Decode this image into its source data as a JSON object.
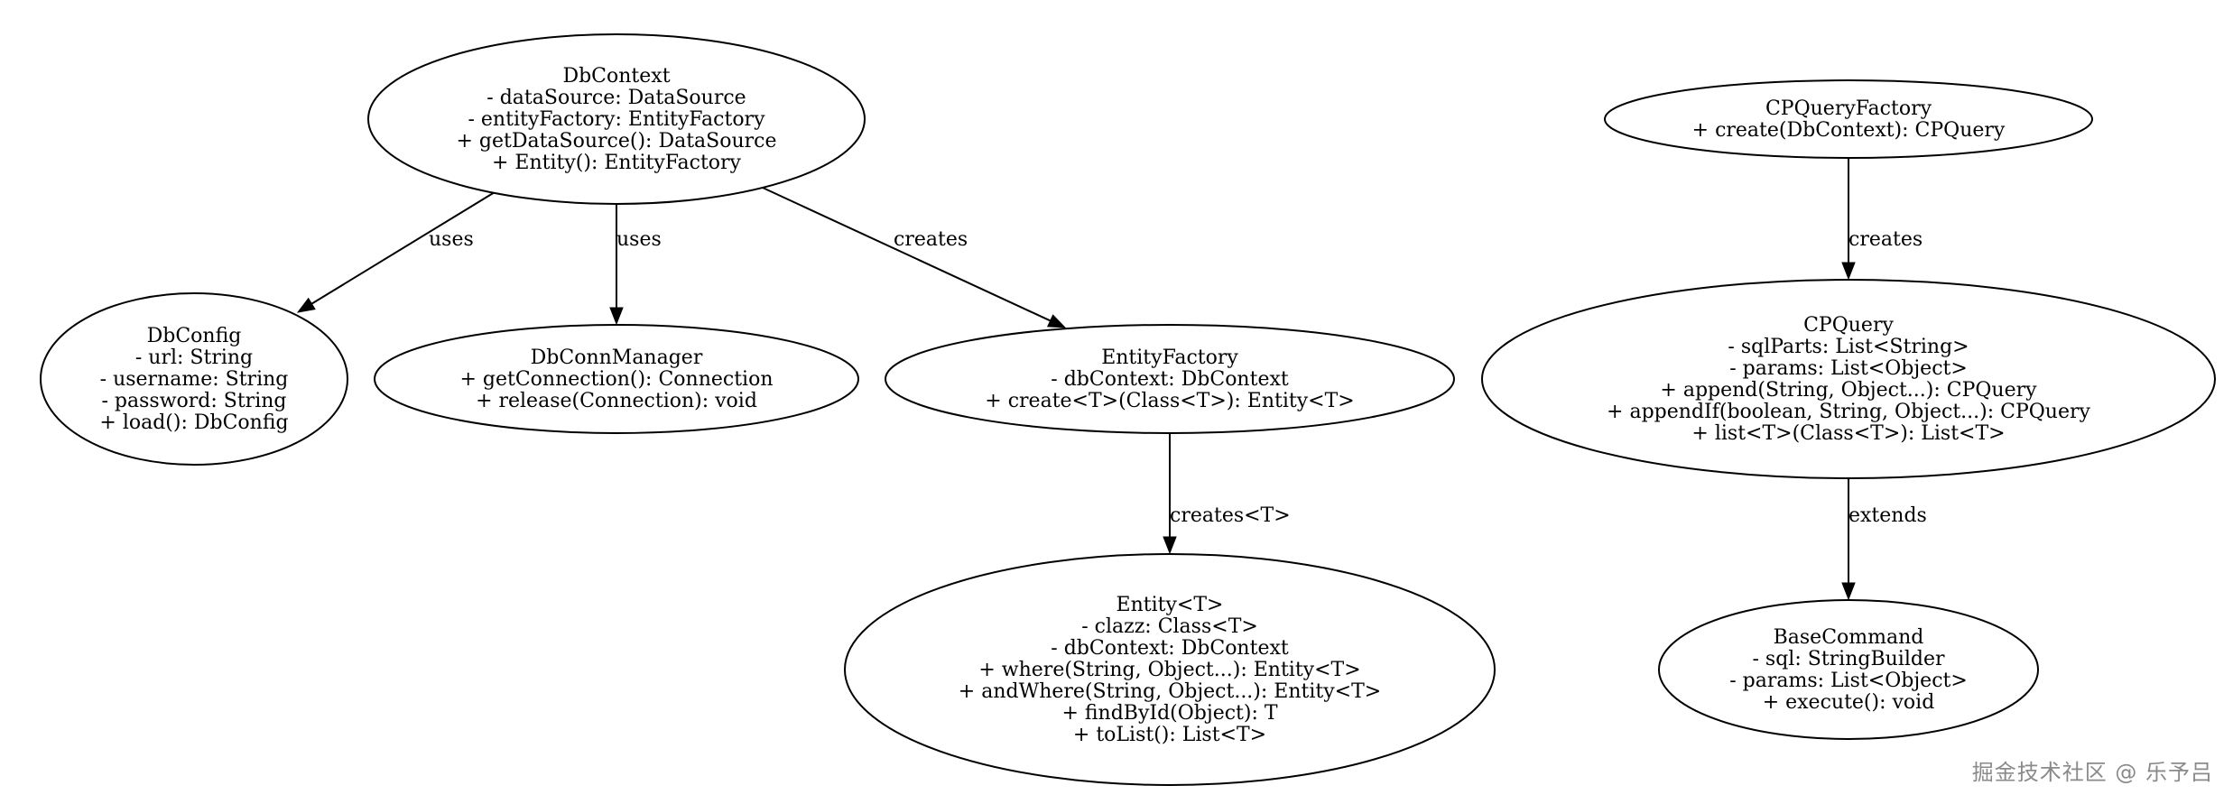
{
  "diagram": {
    "type": "uml-class-graph",
    "colors": {
      "stroke": "#000000",
      "background": "#ffffff",
      "watermark": "#8a8a8a"
    },
    "nodes": [
      {
        "id": "dbcontext",
        "name": "DbContext",
        "members": [
          "- dataSource: DataSource",
          "- entityFactory: EntityFactory",
          "+ getDataSource(): DataSource",
          "+ Entity(): EntityFactory"
        ]
      },
      {
        "id": "dbconfig",
        "name": "DbConfig",
        "members": [
          "- url: String",
          "- username: String",
          "- password: String",
          "+ load(): DbConfig"
        ]
      },
      {
        "id": "dbconnmanager",
        "name": "DbConnManager",
        "members": [
          "+ getConnection(): Connection",
          "+ release(Connection): void"
        ]
      },
      {
        "id": "entityfactory",
        "name": "EntityFactory",
        "members": [
          "- dbContext: DbContext",
          "+ create<T>(Class<T>): Entity<T>"
        ]
      },
      {
        "id": "entity",
        "name": "Entity<T>",
        "members": [
          "- clazz: Class<T>",
          "- dbContext: DbContext",
          "+ where(String, Object...): Entity<T>",
          "+ andWhere(String, Object...): Entity<T>",
          "+ findById(Object): T",
          "+ toList(): List<T>"
        ]
      },
      {
        "id": "cpqueryfactory",
        "name": "CPQueryFactory",
        "members": [
          "+ create(DbContext): CPQuery"
        ]
      },
      {
        "id": "cpquery",
        "name": "CPQuery",
        "members": [
          "- sqlParts: List<String>",
          "- params: List<Object>",
          "+ append(String, Object...): CPQuery",
          "+ appendIf(boolean, String, Object...): CPQuery",
          "+ list<T>(Class<T>): List<T>"
        ]
      },
      {
        "id": "basecommand",
        "name": "BaseCommand",
        "members": [
          "- sql: StringBuilder",
          "- params: List<Object>",
          "+ execute(): void"
        ]
      }
    ],
    "edges": [
      {
        "id": "e1",
        "from": "dbcontext",
        "to": "dbconfig",
        "label": "uses"
      },
      {
        "id": "e2",
        "from": "dbcontext",
        "to": "dbconnmanager",
        "label": "uses"
      },
      {
        "id": "e3",
        "from": "dbcontext",
        "to": "entityfactory",
        "label": "creates"
      },
      {
        "id": "e4",
        "from": "entityfactory",
        "to": "entity",
        "label": "creates<T>"
      },
      {
        "id": "e5",
        "from": "cpqueryfactory",
        "to": "cpquery",
        "label": "creates"
      },
      {
        "id": "e6",
        "from": "cpquery",
        "to": "basecommand",
        "label": "extends"
      }
    ]
  },
  "watermark": {
    "text": "掘金技术社区 @ 乐予吕"
  }
}
